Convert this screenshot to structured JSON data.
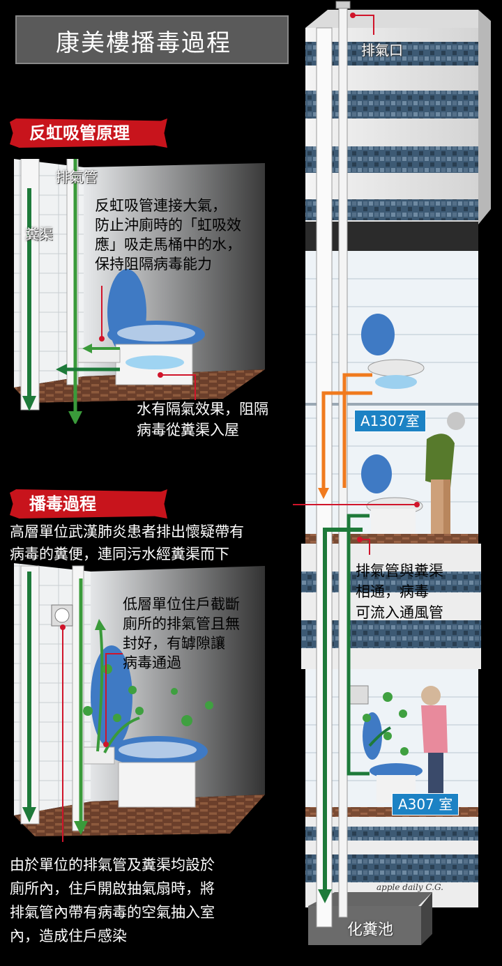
{
  "title": "康美樓播毒過程",
  "siphon_section": {
    "banner": "反虹吸管原理",
    "vent_pipe_label": "排氣管",
    "drain_label": "糞渠",
    "caption_lines": [
      "反虹吸管連接大氣，",
      "防止沖廁時的「虹吸效",
      "應」吸走馬桶中的水，",
      "保持阻隔病毒能力"
    ],
    "water_caption_lines": [
      "水有隔氣效果，阻隔",
      "病毒從糞渠入屋"
    ]
  },
  "spread_section": {
    "banner": "播毒過程",
    "intro_lines": [
      "高層單位武漢肺炎患者排出懷疑帶有",
      "病毒的糞便，連同污水經糞渠而下"
    ],
    "gap_caption_lines": [
      "低層單位住戶截斷",
      "廁所的排氣管且無",
      "封好，有罅隙讓",
      "病毒通過"
    ],
    "infection_caption_lines": [
      "由於單位的排氣管及糞渠均設於",
      "廁所內，住戶開啟抽氣扇時，將",
      "排氣管內帶有病毒的空氣抽入室",
      "內，造成住戶感染"
    ]
  },
  "building": {
    "exhaust_outlet_label": "排氣口",
    "upper_room_label": "A1307室",
    "lower_room_label": "A307 室",
    "connection_caption_lines": [
      "排氣管與糞渠",
      "相通，病毒",
      "可流入通風管"
    ],
    "septic_tank_label": "化糞池",
    "signature": "apple daily C.G."
  },
  "colors": {
    "banner_red": "#c8141c",
    "drain_green": "#1e7a3a",
    "flow_orange": "#f07a1e",
    "room_tag_blue": "#1c82c4",
    "pointer_red": "#d0142a",
    "tile_blue": "#34506a"
  }
}
